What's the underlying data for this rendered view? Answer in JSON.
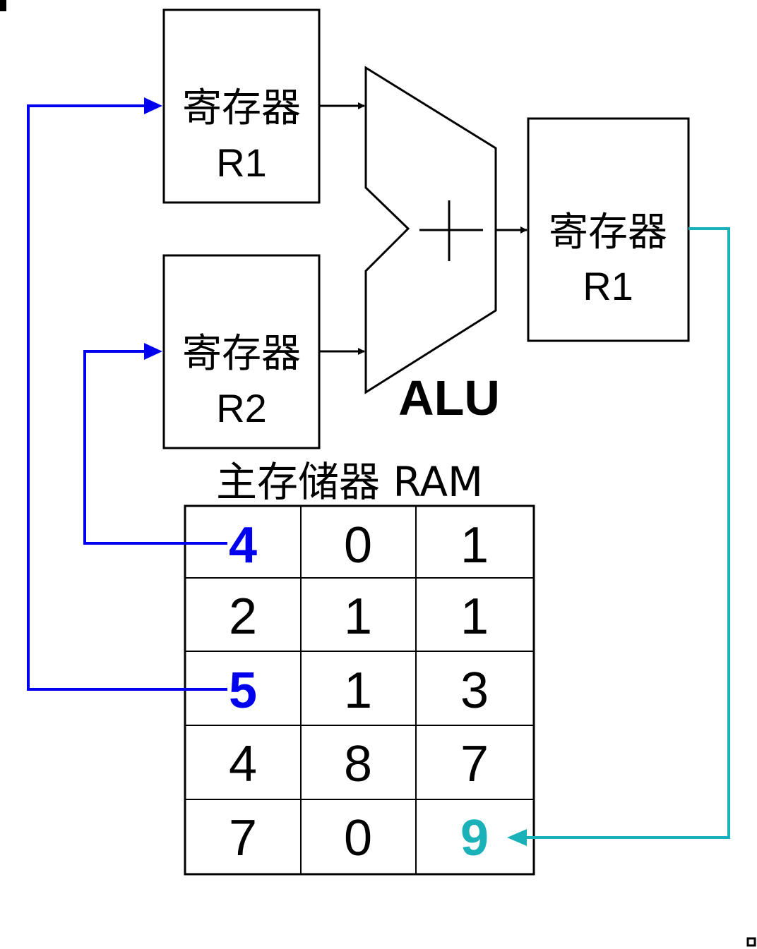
{
  "registers": {
    "r1_input": {
      "line1": "寄存器",
      "line2": "R1"
    },
    "r2_input": {
      "line1": "寄存器",
      "line2": "R2"
    },
    "r1_output": {
      "line1": "寄存器",
      "line2": "R1"
    }
  },
  "alu": {
    "label": "ALU",
    "operator": "+"
  },
  "ram": {
    "title": "主存储器 RAM",
    "rows": [
      [
        "4",
        "0",
        "1"
      ],
      [
        "2",
        "1",
        "1"
      ],
      [
        "5",
        "1",
        "3"
      ],
      [
        "4",
        "8",
        "7"
      ],
      [
        "7",
        "0",
        "9"
      ]
    ]
  },
  "colors": {
    "load_arrow": "#0000ee",
    "store_arrow": "#1ab2b8",
    "outline": "#000000"
  }
}
